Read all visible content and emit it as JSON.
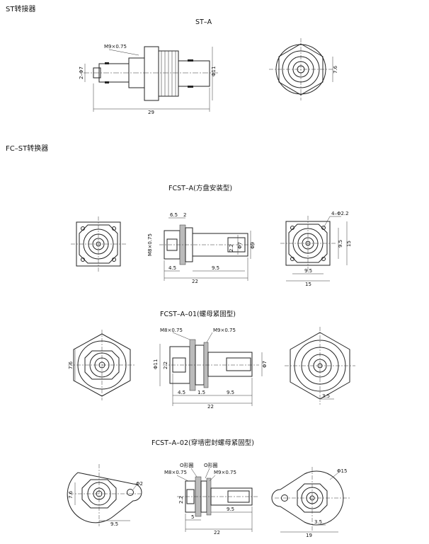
{
  "headings": {
    "st_section": "ST转接器",
    "fc_section": "FC–ST转换器"
  },
  "titles": {
    "st_a": "ST–A",
    "fcst_a": "FCST–A(方盘安装型)",
    "fcst_a_01": "FCST–A–01(螺母紧固型)",
    "fcst_a_02": "FCST–A–02(穿墙密封螺母紧固型)"
  },
  "dims": {
    "st_thread": "M9×0.75",
    "st_phi7": "2–Φ7",
    "st_phi11": "Φ11",
    "st_len": "29",
    "st_76": "7.6",
    "a_65": "6.5",
    "a_2": "2",
    "a_thread": "M8×0.75",
    "a_phi7": "Φ7",
    "a_phi9": "Φ9",
    "a_22v": "2.2",
    "a_45": "4.5",
    "a_95": "9.5",
    "a_22": "22",
    "a_holes": "4–Φ2.2",
    "a_95v": "9.5",
    "a_15v": "15",
    "a_95h": "9.5",
    "a_15h": "15",
    "b_76": "7.6",
    "b_thread1": "M8×0.75",
    "b_thread2": "M9×0.75",
    "b_phi11": "Φ11",
    "b_22v": "2.2",
    "b_phi7": "Φ7",
    "b_45": "4.5",
    "b_15": "1.5",
    "b_95": "9.5",
    "b_22": "22",
    "b_35": "3.5",
    "c_76": "7.6",
    "c_phi2": "Φ2",
    "c_95": "9.5",
    "c_oring1": "O形圈",
    "c_oring2": "O形圈",
    "c_thread1": "M8×0.75",
    "c_thread2": "M9×0.75",
    "c_22v": "2.2",
    "c_5": "5",
    "c_95b": "9.5",
    "c_22": "22",
    "c_phi15": "Φ15",
    "c_35": "3.5",
    "c_19": "19"
  }
}
